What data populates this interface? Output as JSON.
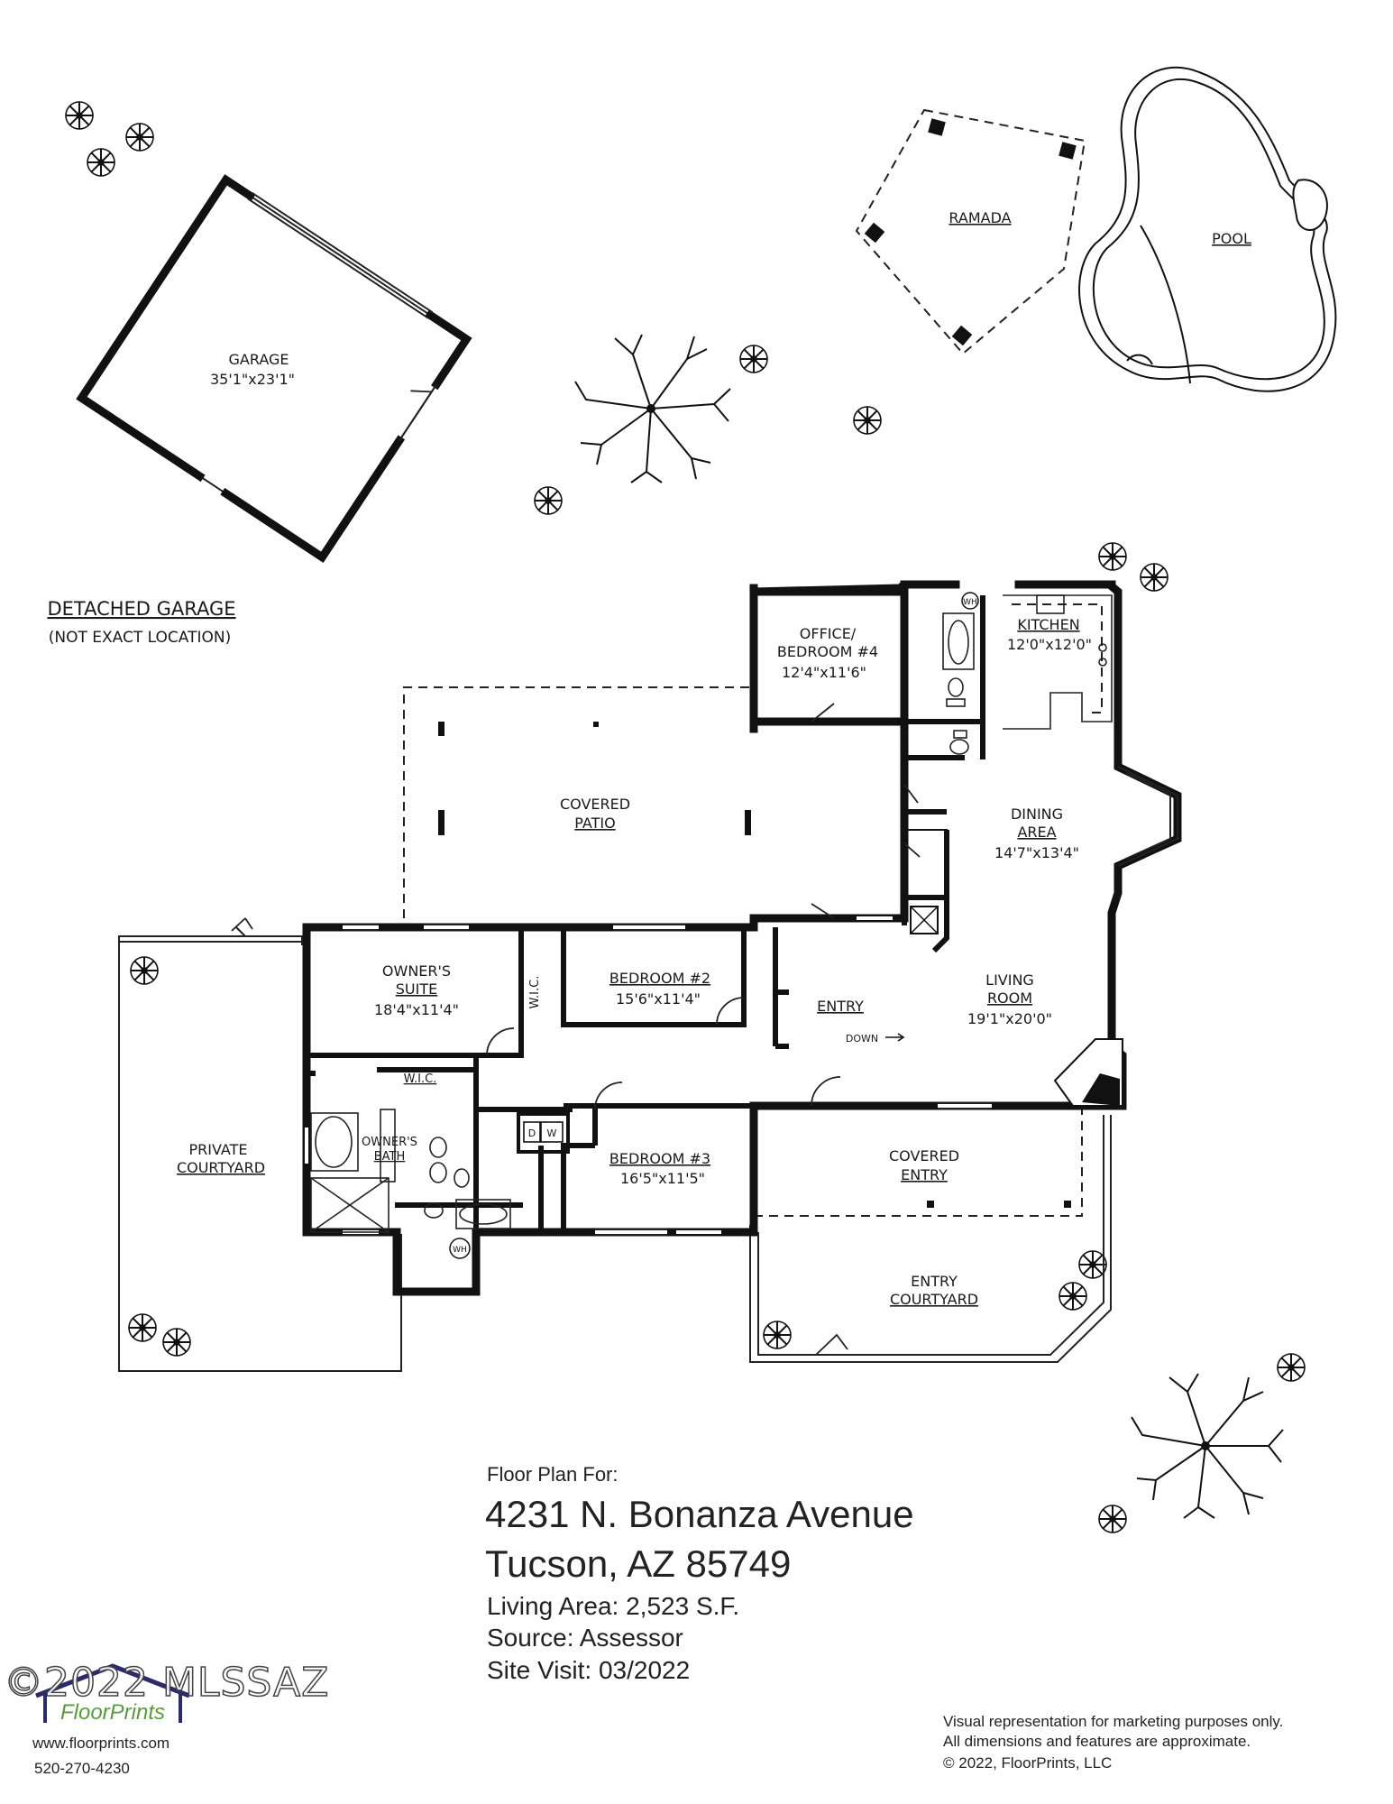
{
  "rooms": {
    "garage_name": "GARAGE",
    "garage_dim": "35'1\"x23'1\"",
    "detached_garage": "DETACHED GARAGE",
    "not_exact": "(NOT EXACT LOCATION)",
    "ramada": "RAMADA",
    "pool": "POOL",
    "office_1": "OFFICE/",
    "office_2": "BEDROOM #4",
    "office_dim": "12'4\"x11'6\"",
    "wh": "WH",
    "kitchen": "KITCHEN",
    "kitchen_dim": "12'0\"x12'0\"",
    "patio_1": "COVERED",
    "patio_2": "PATIO",
    "dining_1": "DINING",
    "dining_2": "AREA",
    "dining_dim": "14'7\"x13'4\"",
    "owners_suite_1": "OWNER'S",
    "owners_suite_2": "SUITE",
    "owners_suite_dim": "18'4\"x11'4\"",
    "wic": "W.I.C.",
    "bedroom2": "BEDROOM #2",
    "bedroom2_dim": "15'6\"x11'4\"",
    "entry": "ENTRY",
    "down": "DOWN",
    "living_1": "LIVING",
    "living_2": "ROOM",
    "living_dim": "19'1\"x20'0\"",
    "private_1": "PRIVATE",
    "private_2": "COURTYARD",
    "owners_bath_1": "OWNER'S",
    "owners_bath_2": "BATH",
    "washer_d": "D",
    "washer_w": "W",
    "bedroom3": "BEDROOM #3",
    "bedroom3_dim": "16'5\"x11'5\"",
    "covered_entry_1": "COVERED",
    "covered_entry_2": "ENTRY",
    "entry_courtyard_1": "ENTRY",
    "entry_courtyard_2": "COURTYARD"
  },
  "info": {
    "floor_plan_for": "Floor Plan For:",
    "address_line1": "4231 N. Bonanza Avenue",
    "address_line2": "Tucson, AZ  85749",
    "living_area": "Living Area:  2,523 S.F.",
    "source": "Source:  Assessor",
    "site_visit": "Site Visit:  03/2022"
  },
  "footer": {
    "website": "www.floorprints.com",
    "phone": "520-270-4230",
    "disclaimer_1": "Visual representation for marketing purposes only.",
    "disclaimer_2": "All dimensions and features are approximate.",
    "copyright": "© 2022, FloorPrints, LLC",
    "watermark": "©2022 MLSSAZ",
    "logo_text": "FloorPrints"
  }
}
